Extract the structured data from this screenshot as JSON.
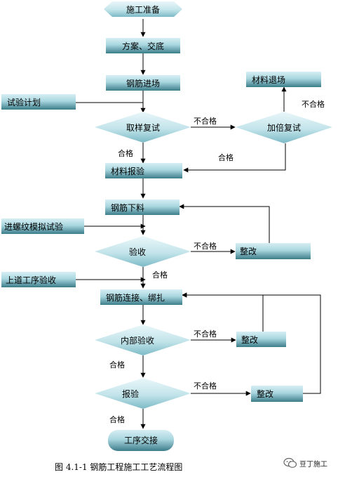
{
  "nodes": {
    "start": "施工准备",
    "plan": "方案、交底",
    "enter": "钢筋进场",
    "test_plan": "试验计划",
    "sample": "取样复试",
    "double": "加倍复试",
    "retreat": "材料退场",
    "report": "材料报验",
    "cut": "钢筋下料",
    "thread_test": "进螺纹模拟试验",
    "inspect": "验收",
    "rectify1": "整改",
    "prev_process": "上道工序验收",
    "connect": "钢筋连接、绑扎",
    "internal": "内部验收",
    "rectify2": "整改",
    "submit": "报验",
    "rectify3": "整改",
    "handover": "工序交接"
  },
  "edge_labels": {
    "fail1": "不合格",
    "fail2": "不合格",
    "pass1": "合格",
    "pass2": "合格",
    "fail3": "不合格",
    "pass3": "合格",
    "fail4": "不合格",
    "pass4": "合格",
    "fail5": "不合格",
    "pass5": "合格"
  },
  "caption": "图 4.1-1   钢筋工程施工工艺流程图",
  "brand": "豆丁施工",
  "colors": {
    "box_light": "#cfeaf0",
    "box_dark": "#3f7f8c",
    "diamond_light": "#e4f5f8",
    "diamond_dark": "#7fbfcb"
  }
}
